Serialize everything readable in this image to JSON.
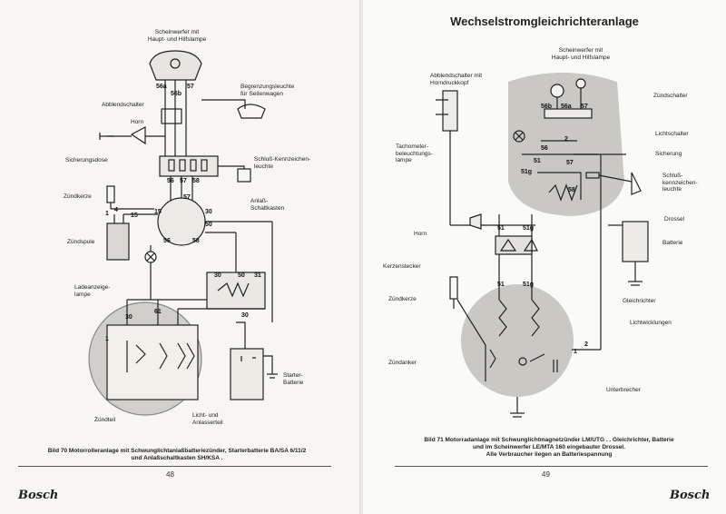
{
  "left": {
    "labels": {
      "scheinwerfer": "Scheinwerfer mit\nHaupt- und Hilfslampe",
      "begrenzung": "Begrenzungsleuchte\nfür Seitenwagen",
      "abblend": "Abblendschalter",
      "horn": "Horn",
      "sicherung": "Sicherungsdose",
      "schluss": "Schluß-Kennzeichen-\nleuchte",
      "zuendkerze": "Zündkerze",
      "anlass": "Anlaß-\nSchaltkasten",
      "zuendspule": "Zündspule",
      "ladeanzeige": "Ladeanzeige-\nlampe",
      "starter": "Starter-\nBatterie",
      "zuendteil": "Zündteil",
      "licht": "Licht- und\nAnlasserteil"
    },
    "terminals": [
      "56a",
      "56b",
      "57",
      "56",
      "57",
      "58",
      "57",
      "15",
      "30",
      "50",
      "56",
      "58",
      "1",
      "4",
      "15",
      "30",
      "50",
      "31",
      "30",
      "61",
      "30",
      "1"
    ],
    "caption": "Bild 70  Motorrolleranlage mit Schwunglichtanlaßbatteriezünder, Starterbatterie BA/SA 6/11/2\nund Anlaßschaltkasten SH/KSA .",
    "page_number": "48",
    "brand": "Bosch"
  },
  "right": {
    "title": "Wechselstromgleichrichteranlage",
    "labels": {
      "abblend": "Abblendschalter mit\nHorndruckkopf",
      "scheinwerfer": "Scheinwerfer mit\nHaupt- und Hilfslampe",
      "zuendschalter": "Zündschalter",
      "lichtschalter": "Lichtschalter",
      "tacho": "Tachometer-\nbeleuchtungs-\nlampe",
      "sicherung": "Sicherung",
      "schluss": "Schluß-\nkennzeichen-\nleuchte",
      "drossel": "Drossel",
      "horn": "Horn",
      "batterie": "Batterie",
      "kerzenstecker": "Kerzenstecker",
      "zuendkerze": "Zündkerze",
      "gleichrichter": "Gleichrichter",
      "lichtwicklungen": "Lichtwicklungen",
      "zuendanker": "Zündanker",
      "unterbrecher": "Unterbrecher"
    },
    "terminals": [
      "56b",
      "56a",
      "57",
      "2",
      "56",
      "51",
      "51g",
      "57",
      "58",
      "51",
      "51g",
      "51",
      "51g",
      "2",
      "1"
    ],
    "caption": "Bild 71  Motorradanlage mit Schwunglichtmagnetzünder LM/UTG . . Gleichrichter, Batterie\nund im Scheinwerfer LE/MTA 160 eingebauter Drossel.\nAlle Verbraucher liegen an Batteriespannung",
    "page_number": "49",
    "brand": "Bosch"
  }
}
